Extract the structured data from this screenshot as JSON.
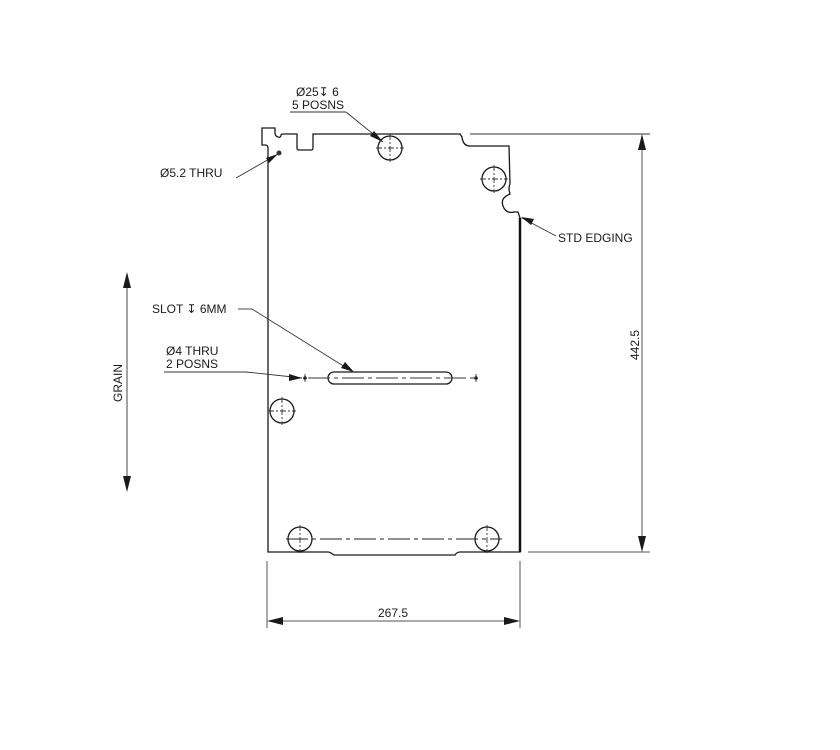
{
  "drawing": {
    "annotations": {
      "top_hole_line1": "Ø25↧ 6",
      "top_hole_line2": "5 POSNS",
      "small_hole": "Ø5.2 THRU",
      "edging": "STD EDGING",
      "slot": "SLOT ↧ 6MM",
      "pin_hole_line1": "Ø4 THRU",
      "pin_hole_line2": "2 POSNS",
      "grain": "GRAIN"
    },
    "dimensions": {
      "width": "267.5",
      "height": "442.5"
    },
    "icons": {
      "counterbore_depth_symbol": "depth-symbol",
      "diameter_symbol": "diameter-symbol",
      "grain_arrow": "double-headed-arrow"
    },
    "colors": {
      "line": "#1a1a1a",
      "background": "#ffffff"
    }
  }
}
